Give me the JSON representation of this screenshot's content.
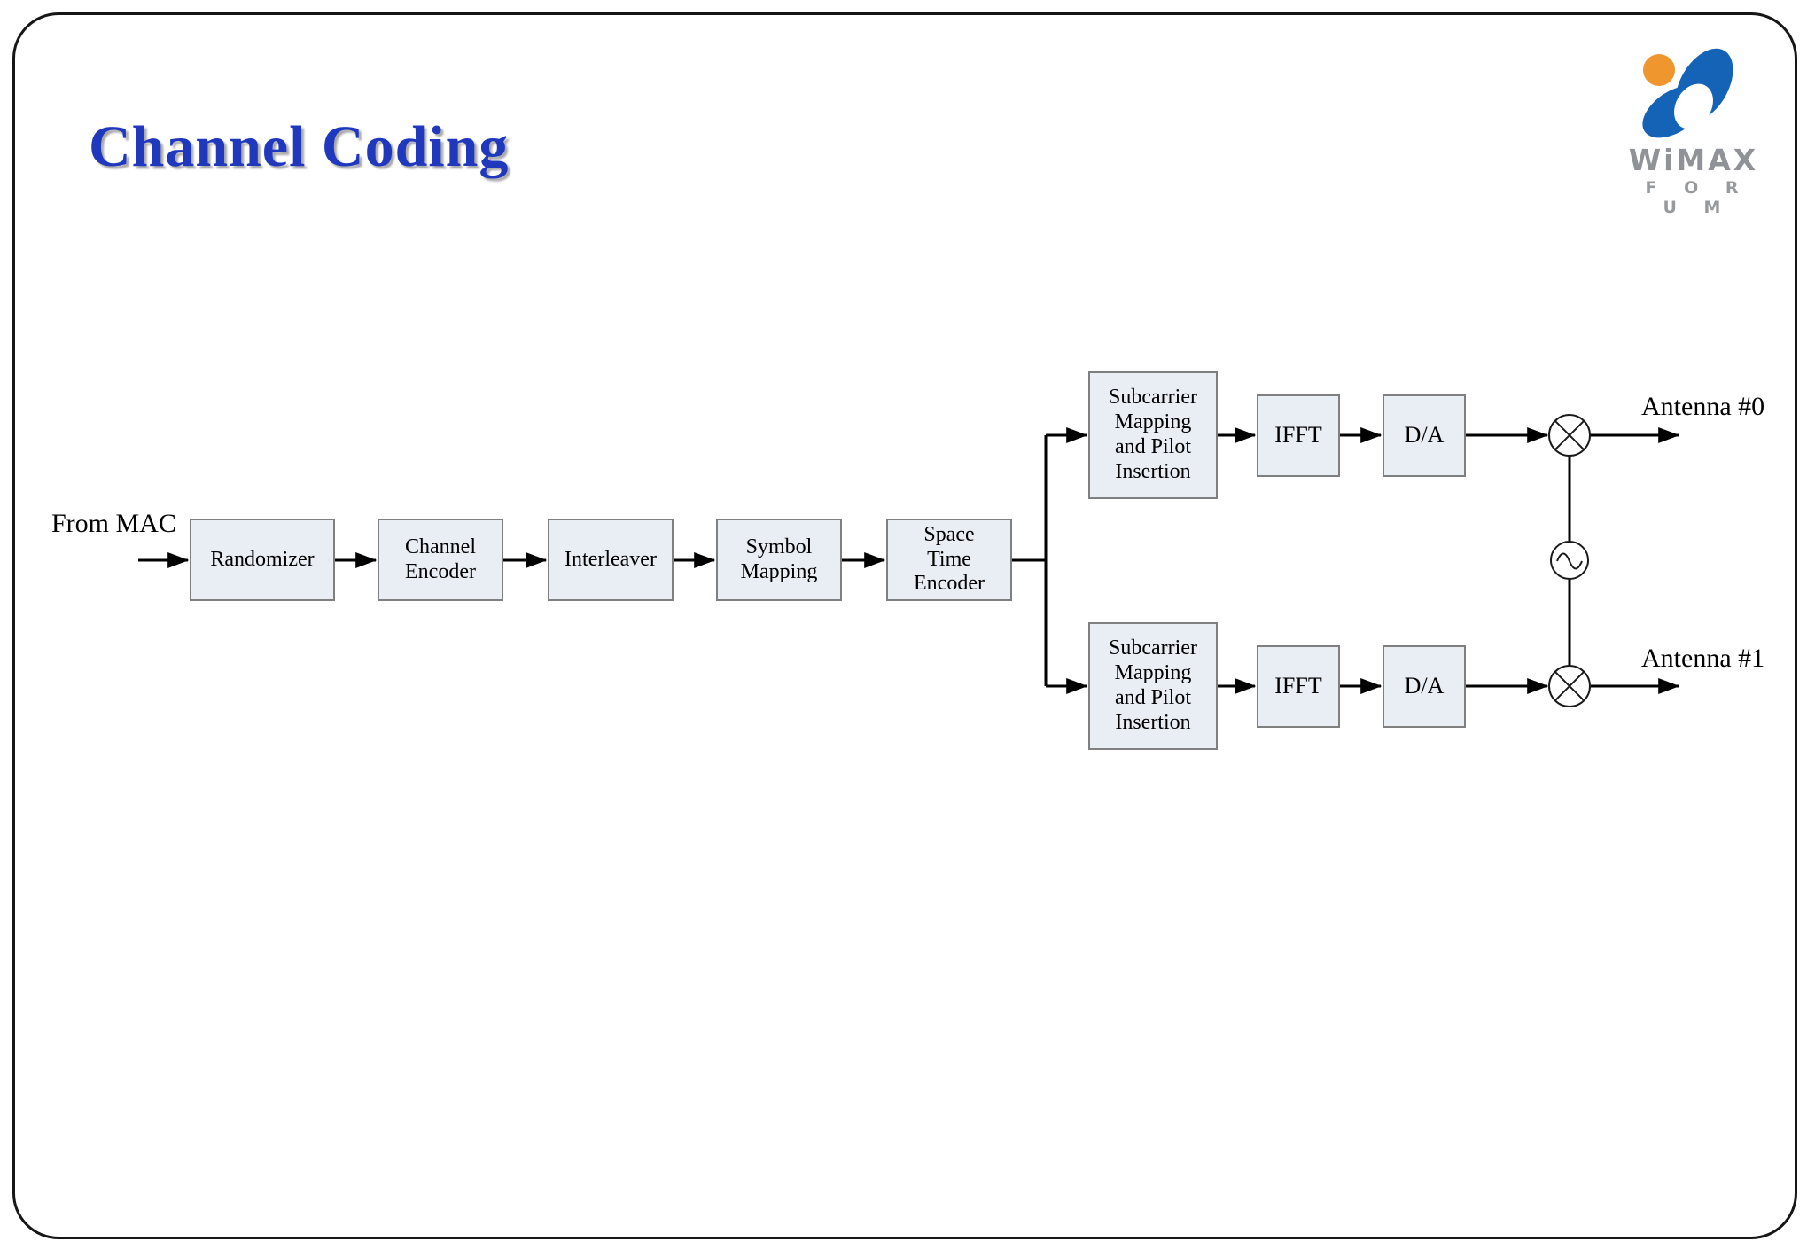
{
  "page": {
    "title": "Channel Coding"
  },
  "logo": {
    "brand": "WiMAX",
    "tagline": "F O R U M",
    "colors": {
      "orange": "#F0962E",
      "blue": "#1463B6",
      "text_gray": "#8F9296"
    }
  },
  "diagram": {
    "input_label": "From MAC",
    "chain": [
      {
        "id": "randomizer",
        "label": "Randomizer"
      },
      {
        "id": "channel-encoder",
        "label": "Channel\nEncoder"
      },
      {
        "id": "interleaver",
        "label": "Interleaver"
      },
      {
        "id": "symbol-mapping",
        "label": "Symbol\nMapping"
      },
      {
        "id": "space-time-encoder",
        "label": "Space\nTime\nEncoder"
      }
    ],
    "branches": [
      {
        "antenna_label": "Antenna #0",
        "blocks": [
          {
            "id": "subcarrier-0",
            "label": "Subcarrier\nMapping\nand Pilot\nInsertion"
          },
          {
            "id": "ifft-0",
            "label": "IFFT"
          },
          {
            "id": "da-0",
            "label": "D/A"
          }
        ]
      },
      {
        "antenna_label": "Antenna #1",
        "blocks": [
          {
            "id": "subcarrier-1",
            "label": "Subcarrier\nMapping\nand Pilot\nInsertion"
          },
          {
            "id": "ifft-1",
            "label": "IFFT"
          },
          {
            "id": "da-1",
            "label": "D/A"
          }
        ]
      }
    ],
    "symbols": {
      "mixer": "mixer-multiplier",
      "oscillator": "local-oscillator"
    }
  },
  "colors": {
    "title_blue": "#1F38BE",
    "block_fill": "#E9EDF4",
    "block_border": "#7F7F7F",
    "line": "#000000"
  }
}
